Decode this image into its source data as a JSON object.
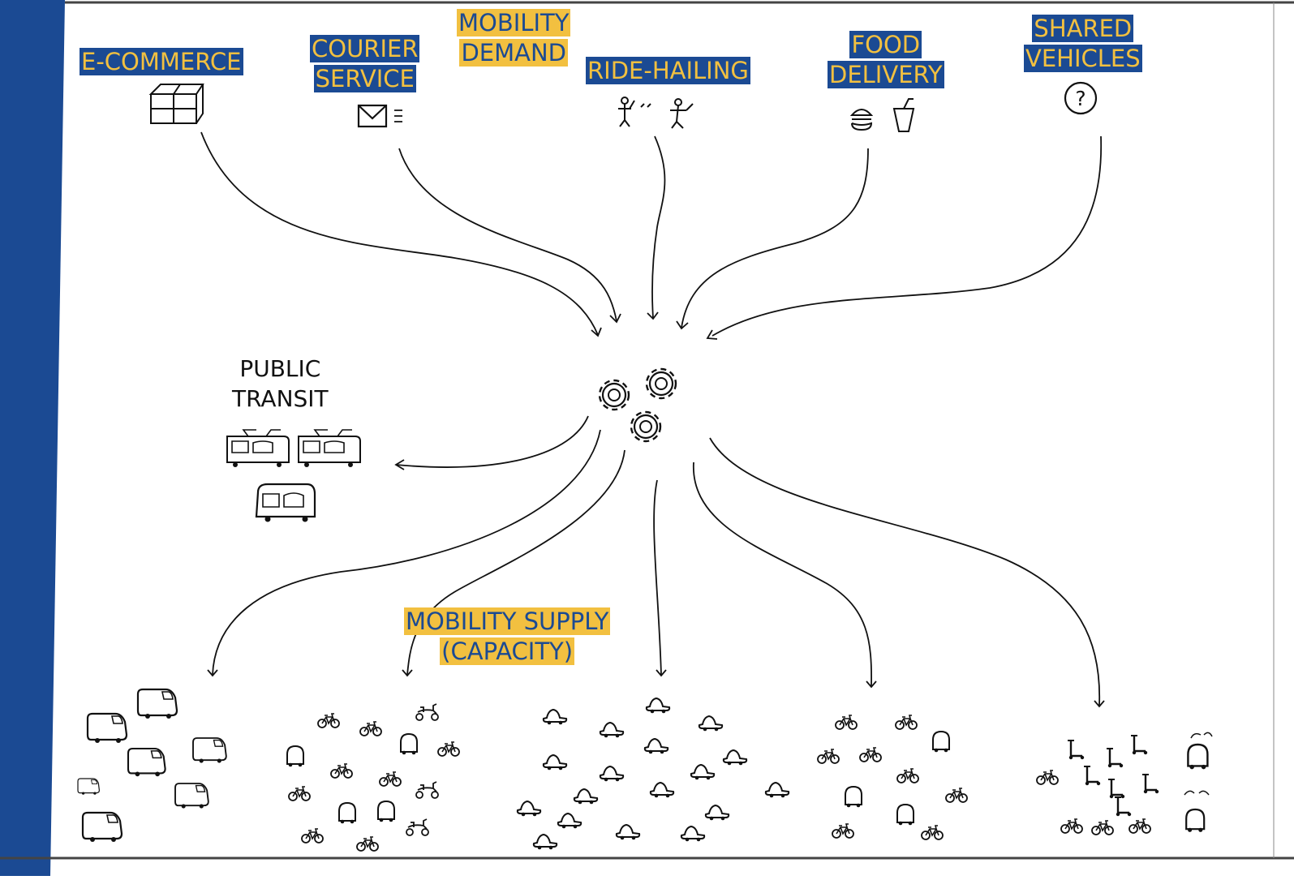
{
  "labels": {
    "ecommerce": "E-COMMERCE",
    "courier_1": "COURIER",
    "courier_2": "SERVICE",
    "mobility_demand_1": "MOBILITY",
    "mobility_demand_2": "DEMAND",
    "ride_hailing": "RIDE-HAILING",
    "food_1": "FOOD",
    "food_2": "DELIVERY",
    "shared_1": "SHARED",
    "shared_2": "VEHICLES",
    "public_1": "PUBLIC",
    "public_2": "TRANSIT",
    "supply_1": "MOBILITY SUPPLY",
    "supply_2": "(CAPACITY)"
  },
  "icons": {
    "ecommerce": "package-icon",
    "courier": "envelope-icon",
    "ride_hailing": "hailing-people-icon",
    "food": "burger-drink-icon",
    "shared": "question-icon",
    "hub": "gears-icon",
    "public_transit": "tram-bus-icon",
    "fleet_vans": "van-fleet-icon",
    "fleet_bikes_mixed": "bike-fleet-icon",
    "fleet_cars": "car-fleet-icon",
    "fleet_bikes_pods": "bike-pod-fleet-icon",
    "fleet_scooters": "scooter-fleet-icon"
  },
  "colors": {
    "brand_blue": "#1b4a93",
    "highlight_yellow": "#f2c040",
    "ink": "#111111"
  }
}
